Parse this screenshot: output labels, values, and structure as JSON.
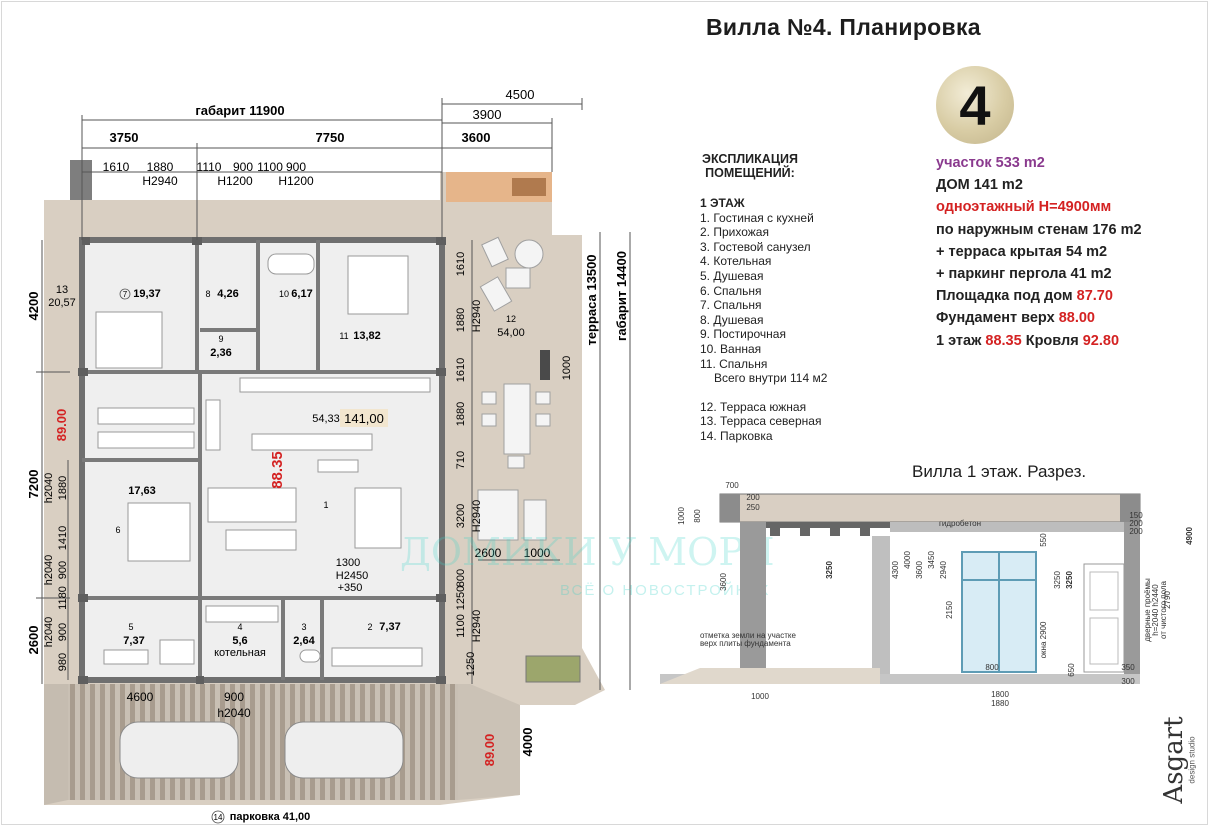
{
  "title": "Вилла №4. Планировка",
  "badge_number": "4",
  "info": {
    "plot_label": "участок 533 m2",
    "house": "ДОМ 141 m2",
    "single_storey": "одноэтажный H=4900мм",
    "outer_walls": "по наружным стенам 176 m2",
    "terrace": "+ терраса крытая 54 m2",
    "parking": "+ паркинг пергола 41 m2",
    "platform_label": "Площадка под дом",
    "platform_value": "87.70",
    "foundation_label": "Фундамент верх",
    "foundation_value": "88.00",
    "floor_label": "1 этаж",
    "floor_value": "88.35",
    "roof_label": "Кровля",
    "roof_value": "92.80"
  },
  "explication": {
    "heading_line1": "ЭКСПЛИКАЦИЯ",
    "heading_line2": "ПОМЕЩЕНИЙ:",
    "floor_heading": "1 ЭТАЖ",
    "items": [
      "1. Гостиная с кухней",
      "2. Прихожая",
      "3. Гостевой санузел",
      "4. Котельная",
      "5. Душевая",
      "6. Спальня",
      "7. Спальня",
      "8. Душевая",
      "9. Постирочная",
      "10. Ванная",
      "11. Спальня"
    ],
    "total_inside": "Всего внутри  114 м2",
    "extra_items": [
      "12. Терраса  южная",
      "13. Терраса  северная",
      "14. Парковка"
    ]
  },
  "section_title": "Вилла  1 этаж. Разрез.",
  "logo": {
    "text": "Asgart",
    "sub": "design studio"
  },
  "plan": {
    "dim_overall": "габарит 11900",
    "dim_3750": "3750",
    "dim_7750": "7750",
    "dim_4500": "4500",
    "dim_3900": "3900",
    "dim_3600": "3600",
    "dim_1610": "1610",
    "dim_1880": "1880",
    "dim_h2940": "H2940",
    "dim_1110": "1110",
    "dim_900a": "900",
    "dim_1100": "1100",
    "dim_900b": "900",
    "dim_h1200a": "H1200",
    "dim_h1200b": "H1200",
    "left_4200": "4200",
    "left_7200": "7200",
    "left_2600": "2600",
    "left_89": "89.00",
    "left_h2040a": "h2040",
    "left_1880": "1880",
    "left_1410": "1410",
    "left_h2040b": "h2040",
    "left_900a": "900",
    "left_1180": "1180",
    "left_h2040c": "h2040",
    "left_900b": "900",
    "left_980": "980",
    "right_terrace": "терраса 13500",
    "right_gabarit": "габарит 14400",
    "right_1610a": "1610",
    "right_1880a": "1880",
    "right_h2940a": "H2940",
    "right_1610b": "1610",
    "right_1880b": "1880",
    "right_710": "710",
    "right_3200": "3200",
    "right_h2940b": "H2940",
    "right_1000": "1000",
    "right_800": "800",
    "right_1250a": "1250",
    "right_1100": "1100",
    "right_h2940c": "H2940",
    "right_1250b": "1250",
    "dim_2600": "2600",
    "dim_1000": "1000",
    "bottom_4600": "4600",
    "bottom_900": "900",
    "bottom_h2040": "h2040",
    "parking_4000": "4000",
    "parking_89": "89.00",
    "parking_label": "парковка 41,00",
    "parking_num": "14",
    "door_1300": "1300",
    "door_h2450": "H2450",
    "door_350": "+350",
    "level_88": "88.35",
    "area_54": "54,33",
    "area_141": "141,00",
    "rooms": [
      {
        "num": "13",
        "area": "20,57"
      },
      {
        "num": "7",
        "area": "19,37"
      },
      {
        "num": "8",
        "area": "4,26"
      },
      {
        "num": "10",
        "area": "6,17"
      },
      {
        "num": "9",
        "area": "2,36"
      },
      {
        "num": "11",
        "area": "13,82"
      },
      {
        "num": "12",
        "area": "54,00"
      },
      {
        "num": "1",
        "area": ""
      },
      {
        "num": "6",
        "area": "17,63"
      },
      {
        "num": "5",
        "area": "7,37"
      },
      {
        "num": "4",
        "area": "5,6"
      },
      {
        "num": "3",
        "area": "2,64"
      },
      {
        "num": "2",
        "area": "7,37"
      }
    ],
    "boiler_label": "котельная"
  },
  "section": {
    "d700": "700",
    "d200": "200",
    "d250": "250",
    "d1000": "1000",
    "d800": "800",
    "hydro": "гидробетон",
    "d150": "150",
    "d200b": "200",
    "d200c": "200",
    "d4900": "4900",
    "d550": "550",
    "d3250a": "3250",
    "d3600": "3600",
    "d4300": "4300",
    "d4000": "4000",
    "d3600b": "3600",
    "d3450": "3450",
    "d2940": "2940",
    "d2150": "2150",
    "okna": "окна 2900",
    "d3250b": "3250",
    "d3250c": "3250",
    "d2790": "2790",
    "doors_note1": "дверные проёмы",
    "doors_note2": "h=2040 h2440",
    "doors_note3": "от чистого пола",
    "ground_note1": "отметка земли на участке",
    "ground_note2": "верх плиты фундамента",
    "d800b": "800",
    "d350": "350",
    "d650": "650",
    "d300": "300",
    "d1000b": "1000",
    "d1800": "1800",
    "d1880": "1880"
  },
  "watermark": {
    "line1": "ДОМИКИ У МОРЯ",
    "line2": "ВСЁ О НОВОСТРОЙКАХ"
  },
  "colors": {
    "accent_red": "#d42222",
    "accent_purple": "#8a3a8e",
    "wall": "#7a7a7a",
    "terrace": "#d8cfc3",
    "floor": "#ececec"
  }
}
